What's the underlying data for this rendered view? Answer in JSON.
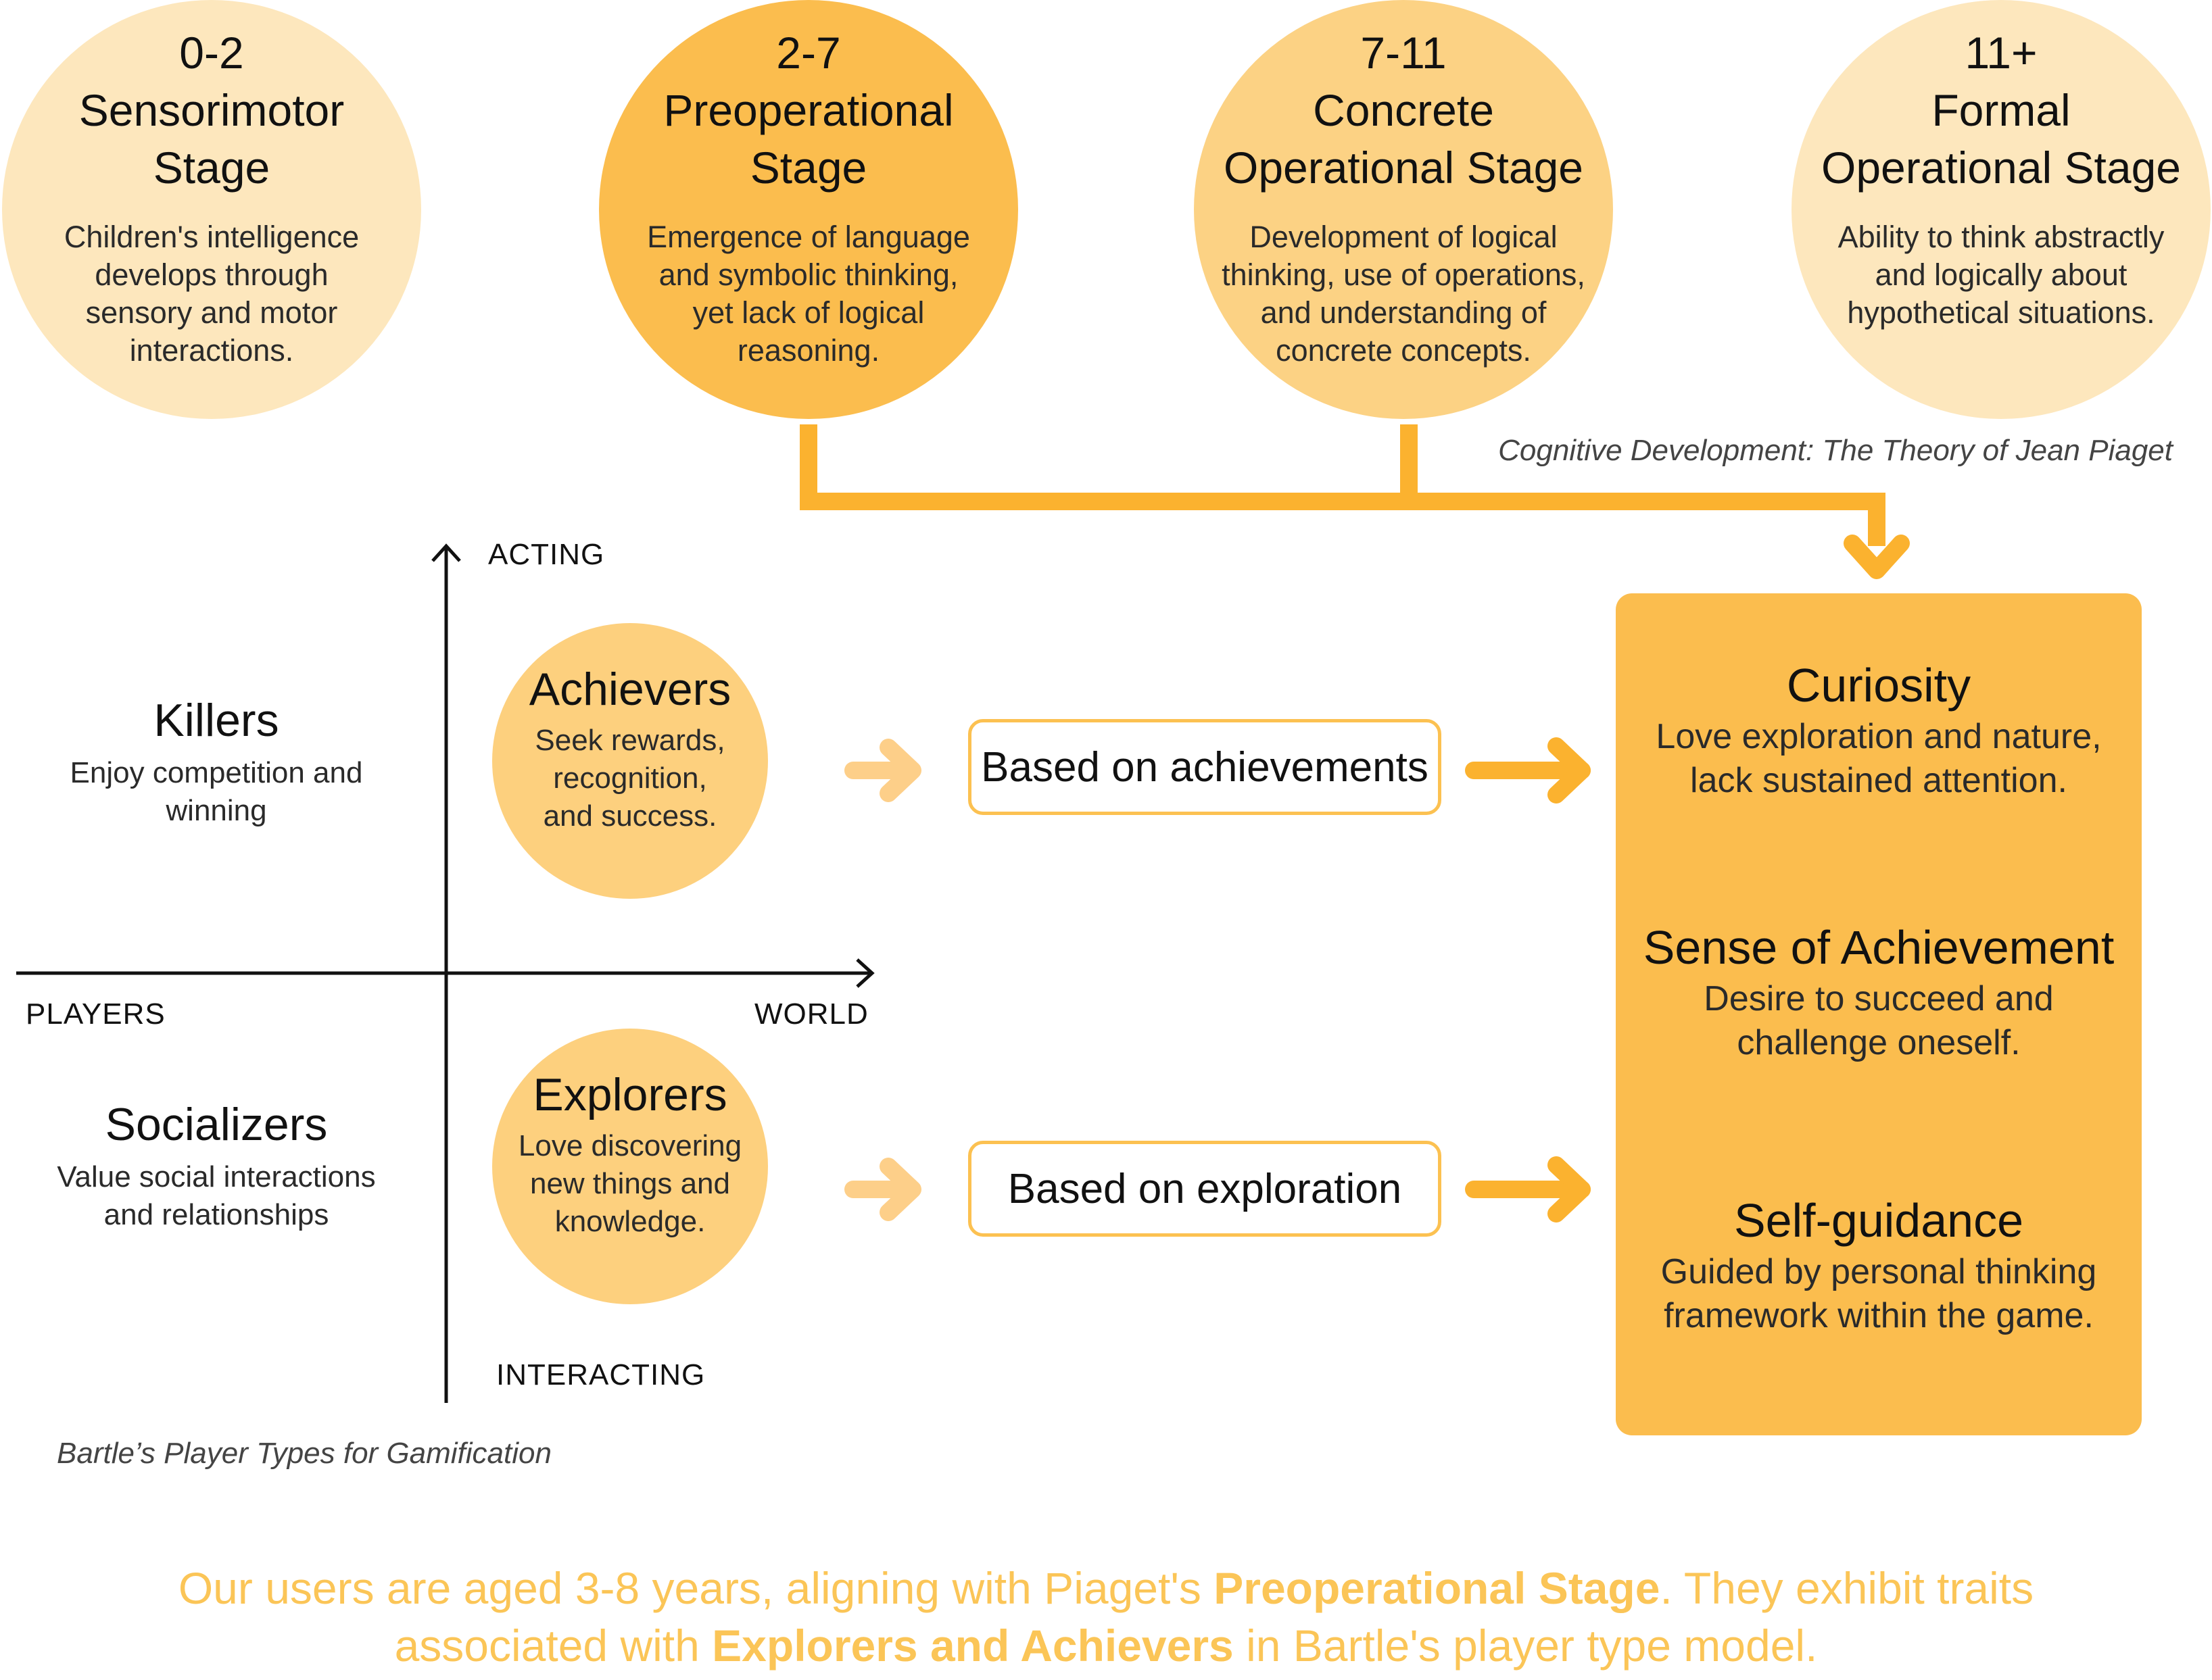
{
  "stages": [
    {
      "age": "0-2",
      "title_lines": [
        "Sensorimotor",
        "Stage"
      ],
      "desc_lines": [
        "Children's intelligence",
        "develops through",
        "sensory and motor",
        "interactions."
      ]
    },
    {
      "age": "2-7",
      "title_lines": [
        "Preoperational",
        "Stage"
      ],
      "desc_lines": [
        "Emergence of language",
        "and symbolic thinking,",
        "yet lack of logical",
        "reasoning."
      ]
    },
    {
      "age": "7-11",
      "title_lines": [
        "Concrete",
        "Operational Stage"
      ],
      "desc_lines": [
        "Development of logical",
        "thinking, use of operations,",
        "and understanding of",
        "concrete concepts."
      ]
    },
    {
      "age": "11+",
      "title_lines": [
        "Formal",
        "Operational Stage"
      ],
      "desc_lines": [
        "Ability to think abstractly",
        "and logically about",
        "hypothetical situations."
      ]
    }
  ],
  "piaget_caption": "Cognitive Development: The Theory of Jean Piaget",
  "axes": {
    "top": "ACTING",
    "bottom": "INTERACTING",
    "left": "PLAYERS",
    "right": "WORLD"
  },
  "player_types": {
    "killers": {
      "title": "Killers",
      "desc_lines": [
        "Enjoy competition and",
        "winning"
      ]
    },
    "socializers": {
      "title": "Socializers",
      "desc_lines": [
        "Value social interactions",
        "and relationships"
      ]
    },
    "achievers": {
      "title": "Achievers",
      "desc_lines": [
        "Seek rewards,",
        "recognition,",
        "and success."
      ]
    },
    "explorers": {
      "title": "Explorers",
      "desc_lines": [
        "Love discovering",
        "new things and",
        "knowledge."
      ]
    }
  },
  "bartle_caption": "Bartle’s Player Types for Gamification",
  "pills": {
    "achievements": "Based on achievements",
    "exploration": "Based on exploration"
  },
  "traits": [
    {
      "title": "Curiosity",
      "desc_lines": [
        "Love exploration and nature,",
        "lack sustained attention."
      ]
    },
    {
      "title": "Sense of Achievement",
      "desc_lines": [
        "Desire to succeed and",
        "challenge oneself."
      ]
    },
    {
      "title": "Self-guidance",
      "desc_lines": [
        "Guided by personal thinking",
        "framework within the game."
      ]
    }
  ],
  "summary": {
    "line1_a": "Our users are aged 3-8 years, aligning with Piaget's ",
    "line1_b": "Preoperational Stage",
    "line1_c": ". They exhibit traits",
    "line2_a": "associated with ",
    "line2_b": "Explorers and Achievers",
    "line2_c": " in Bartle's player type model."
  },
  "colors": {
    "stage_light": "#fde7bd",
    "stage_dark": "#fbbd4e",
    "stage_mid": "#fcd284",
    "player_circle": "#fdd07e",
    "connector": "#fbb22f",
    "arrow_light": "#fdcf89",
    "arrow_bold": "#fbb22f",
    "traits_box": "#fbbd4e",
    "summary_text": "#fbc557"
  }
}
